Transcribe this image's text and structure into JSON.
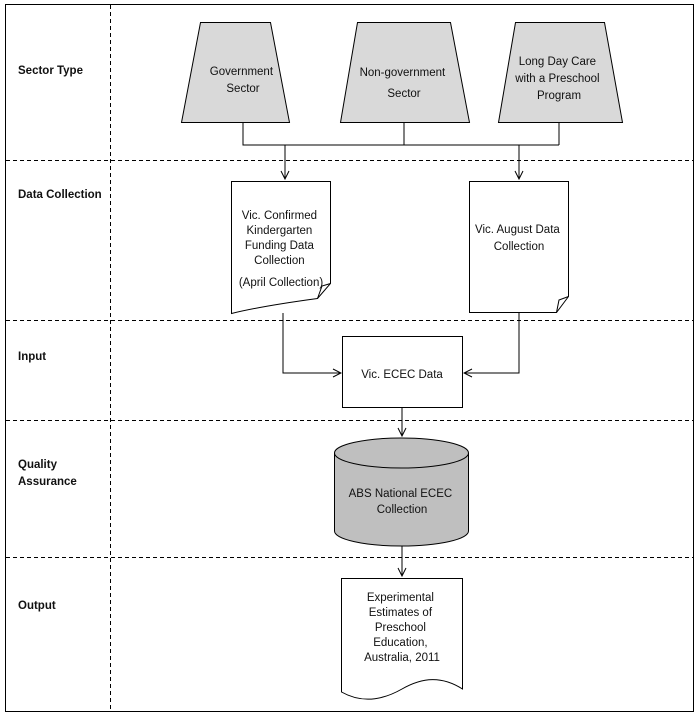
{
  "lanes": [
    {
      "label": [
        "Sector Type"
      ]
    },
    {
      "label": [
        "Data Collection"
      ]
    },
    {
      "label": [
        "Input"
      ]
    },
    {
      "label": [
        "Quality",
        "Assurance"
      ]
    },
    {
      "label": [
        "Output"
      ]
    }
  ],
  "nodes": {
    "government_sector": [
      "Government",
      "Sector"
    ],
    "non_government_sector": [
      "Non-government",
      "Sector"
    ],
    "long_day_care": [
      "Long Day Care",
      "with a Preschool",
      "Program"
    ],
    "vic_confirmed_kindergarten": [
      "Vic. Confirmed",
      "Kindergarten",
      "Funding Data",
      "Collection",
      "(April Collection)"
    ],
    "vic_august_data": [
      "Vic. August Data",
      "Collection"
    ],
    "vic_ecec_data": [
      "Vic. ECEC Data"
    ],
    "abs_national_ecec": [
      "ABS National ECEC",
      "Collection"
    ],
    "experimental_estimates": [
      "Experimental",
      "Estimates of",
      "Preschool",
      "Education,",
      "Australia, 2011"
    ]
  },
  "colors": {
    "trapezoid_fill": "#d9d9d9",
    "cylinder_fill": "#bfbfbf",
    "line": "#000000",
    "background": "#ffffff"
  }
}
